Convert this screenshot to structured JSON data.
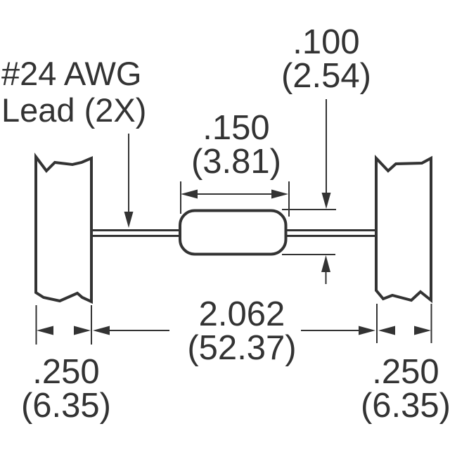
{
  "colors": {
    "ink": "#333333",
    "background": "#ffffff"
  },
  "lead_label": {
    "line1": "#24 AWG",
    "line2": "Lead (2X)"
  },
  "dimensions": {
    "body_height": {
      "inches": ".100",
      "mm": "(2.54)"
    },
    "body_length": {
      "inches": ".150",
      "mm": "(3.81)"
    },
    "overall_length": {
      "inches": "2.062",
      "mm": "(52.37)"
    },
    "tape_width_left": {
      "inches": ".250",
      "mm": "(6.35)"
    },
    "tape_width_right": {
      "inches": ".250",
      "mm": "(6.35)"
    }
  }
}
